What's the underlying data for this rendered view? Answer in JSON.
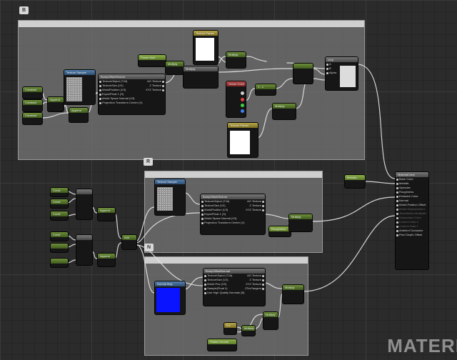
{
  "comments": [
    {
      "id": "B",
      "title": "B"
    },
    {
      "id": "R",
      "title": "R"
    },
    {
      "id": "N",
      "title": "N"
    }
  ],
  "nodes": {
    "b_const1": "Constant",
    "b_const2": "Constant",
    "b_const3": "Constant",
    "b_append1": "Append",
    "b_append2": "Append",
    "b_texture": "Texture Sample",
    "b_bump": "BumpOffsetTexture",
    "b_bump_pins": [
      "TextureObject (T2d)",
      "TextureSize (V2)",
      "WorldPosition (V3)",
      "ExportFloat 1 (S)",
      "World Space Normal (V3)",
      "Projection Transform Center (V)"
    ],
    "b_bump_out": [
      "AO Texture",
      "Z Texture",
      "XYZ Texture"
    ],
    "b_param": "Power Mult",
    "b_mult1": "Multiply",
    "b_white": "Texture Param",
    "b_mult2": "Multiply",
    "b_mult3": "Multiply",
    "b_vector": "Vector Color",
    "b_one": "1 - x",
    "b_mult4": "Multiply",
    "b_param2": "Texture Param",
    "b_lerp": "Lerp",
    "b_lerp_pins": [
      "A",
      "B",
      "Alpha"
    ],
    "r_const": [
      "Const",
      "Const",
      "Const",
      "Const"
    ],
    "r_append1": "Append",
    "r_append2": "Append",
    "mid_add": "Add",
    "r_texture": "Texture Sample",
    "r_bump": "BumpOffsetTexture",
    "r_bump_pins": [
      "TextureObject (T2d)",
      "TextureSize (V2)",
      "WorldPosition (V3)",
      "ExportFloat 1 (S)",
      "World Space Normal (V3)",
      "Projection Transform Center (V)"
    ],
    "r_out": [
      "AO Texture",
      "Z Texture",
      "XYZ Texture"
    ],
    "r_param": "Roughness",
    "r_mult": "Multiply",
    "n_normal": "Normal Map",
    "n_bump": "BumpOffsetNormal",
    "n_bump_pins": [
      "TextureObject (T2d)",
      "TextureSize (V2)",
      "World Pos (V3)",
      "Sample(Float 1)",
      "Use High Quality Normals (B)"
    ],
    "n_out": [
      "AO Texture",
      "Z Texture",
      "XYZ Texture",
      "ZTexTangent"
    ],
    "n_mult": "Multiply",
    "n_const": "0.5",
    "n_mult2": "Multiply",
    "n_mult3": "Multiply",
    "n_flat": "Flatten Normal",
    "metal": "Metallic",
    "material": "MaterialCube",
    "material_pins": [
      "Base Color",
      "Metallic",
      "Specular",
      "Roughness",
      "Emissive Color",
      "",
      "Normal",
      "World Position Offset",
      "World Displacement",
      "Tessellation Multiplier",
      "Subsurface Color",
      "Custom Data 0",
      "Custom Data 1",
      "Ambient Occlusion",
      "",
      "Pixel Depth Offset"
    ]
  },
  "watermark": "MATERI",
  "colors": {
    "wire": "#e6e6e6",
    "node_bg": "#161616",
    "header_green": "#6e8f3b",
    "header_blue": "#5580ac",
    "header_red": "#b84a4a",
    "normal_blue": "#0a14ff"
  }
}
